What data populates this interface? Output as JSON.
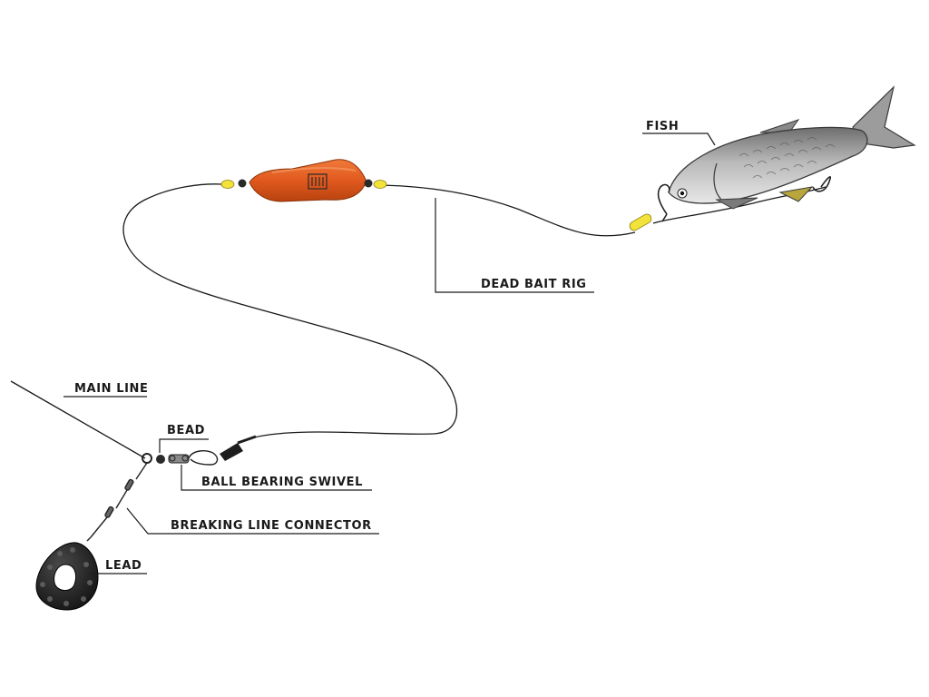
{
  "labels": {
    "fish": "FISH",
    "dead_bait_rig": "DEAD BAIT RIG",
    "main_line": "MAIN LINE",
    "bead": "BEAD",
    "ball_bearing_swivel": "BALL BEARING SWIVEL",
    "breaking_line_connector": "BREAKING LINE CONNECTOR",
    "lead": "LEAD"
  },
  "colors": {
    "float_body": "#e0591e",
    "bead_yellow": "#f2e23a",
    "lead_black": "#222222",
    "fish_grey": "#a9a9a9"
  },
  "icons": {
    "float": "float-icon",
    "fish": "fish-icon",
    "lead": "lead-weight-icon",
    "swivel": "swivel-icon"
  }
}
